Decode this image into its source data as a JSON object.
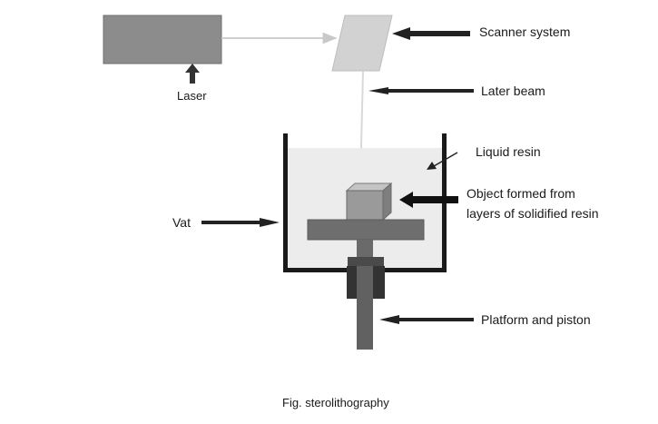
{
  "labels": {
    "laser": "Laser",
    "scanner_system": "Scanner system",
    "later_beam": "Later beam",
    "liquid_resin": "Liquid resin",
    "object_line1": "Object formed from",
    "object_line2": "layers of solidified resin",
    "vat": "Vat",
    "platform_piston": "Platform and piston"
  },
  "caption": "Fig. sterolithography",
  "colors": {
    "laser_box": "#8c8c8c",
    "scanner_mirror": "#d2d2d2",
    "resin": "#ececec",
    "vat_wall": "#1a1a1a",
    "beam": "#d9d9d9",
    "object": "#9a9a9a",
    "platform": "#6e6e6e",
    "piston": "#555555",
    "arrow": "#222222"
  }
}
